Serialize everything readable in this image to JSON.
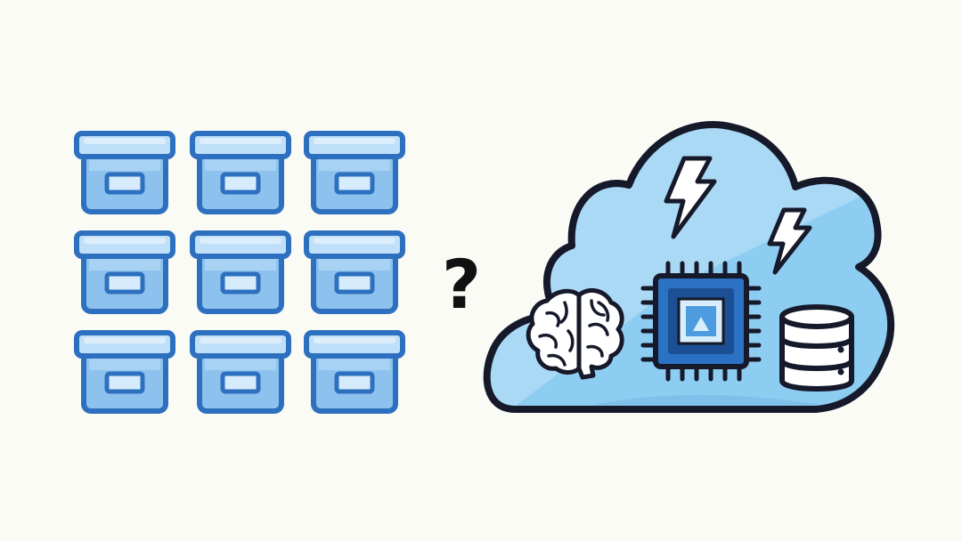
{
  "question_mark": "?",
  "left_group": {
    "kind": "storage-box-grid",
    "rows": 3,
    "columns": 3,
    "box_icon": "storage-box-icon"
  },
  "cloud": {
    "icon": "cloud-icon",
    "items": [
      {
        "key": "brain",
        "icon": "brain-icon"
      },
      {
        "key": "chip",
        "icon": "cpu-chip-icon"
      },
      {
        "key": "database",
        "icon": "database-icon"
      },
      {
        "key": "bolt-1",
        "icon": "lightning-bolt-icon"
      },
      {
        "key": "bolt-2",
        "icon": "lightning-bolt-icon"
      }
    ]
  },
  "colors": {
    "background": "#fbfbf6",
    "outline": "#1b1f2e",
    "box_outline": "#2d70bf",
    "box_fill": "#8ec2ee",
    "box_lid": "#dceefb",
    "cloud_fill": "#a9d9f5",
    "cloud_highlight": "#7fc3ee",
    "chip_blue": "#2b71c4",
    "chip_light": "#d9eefc"
  }
}
